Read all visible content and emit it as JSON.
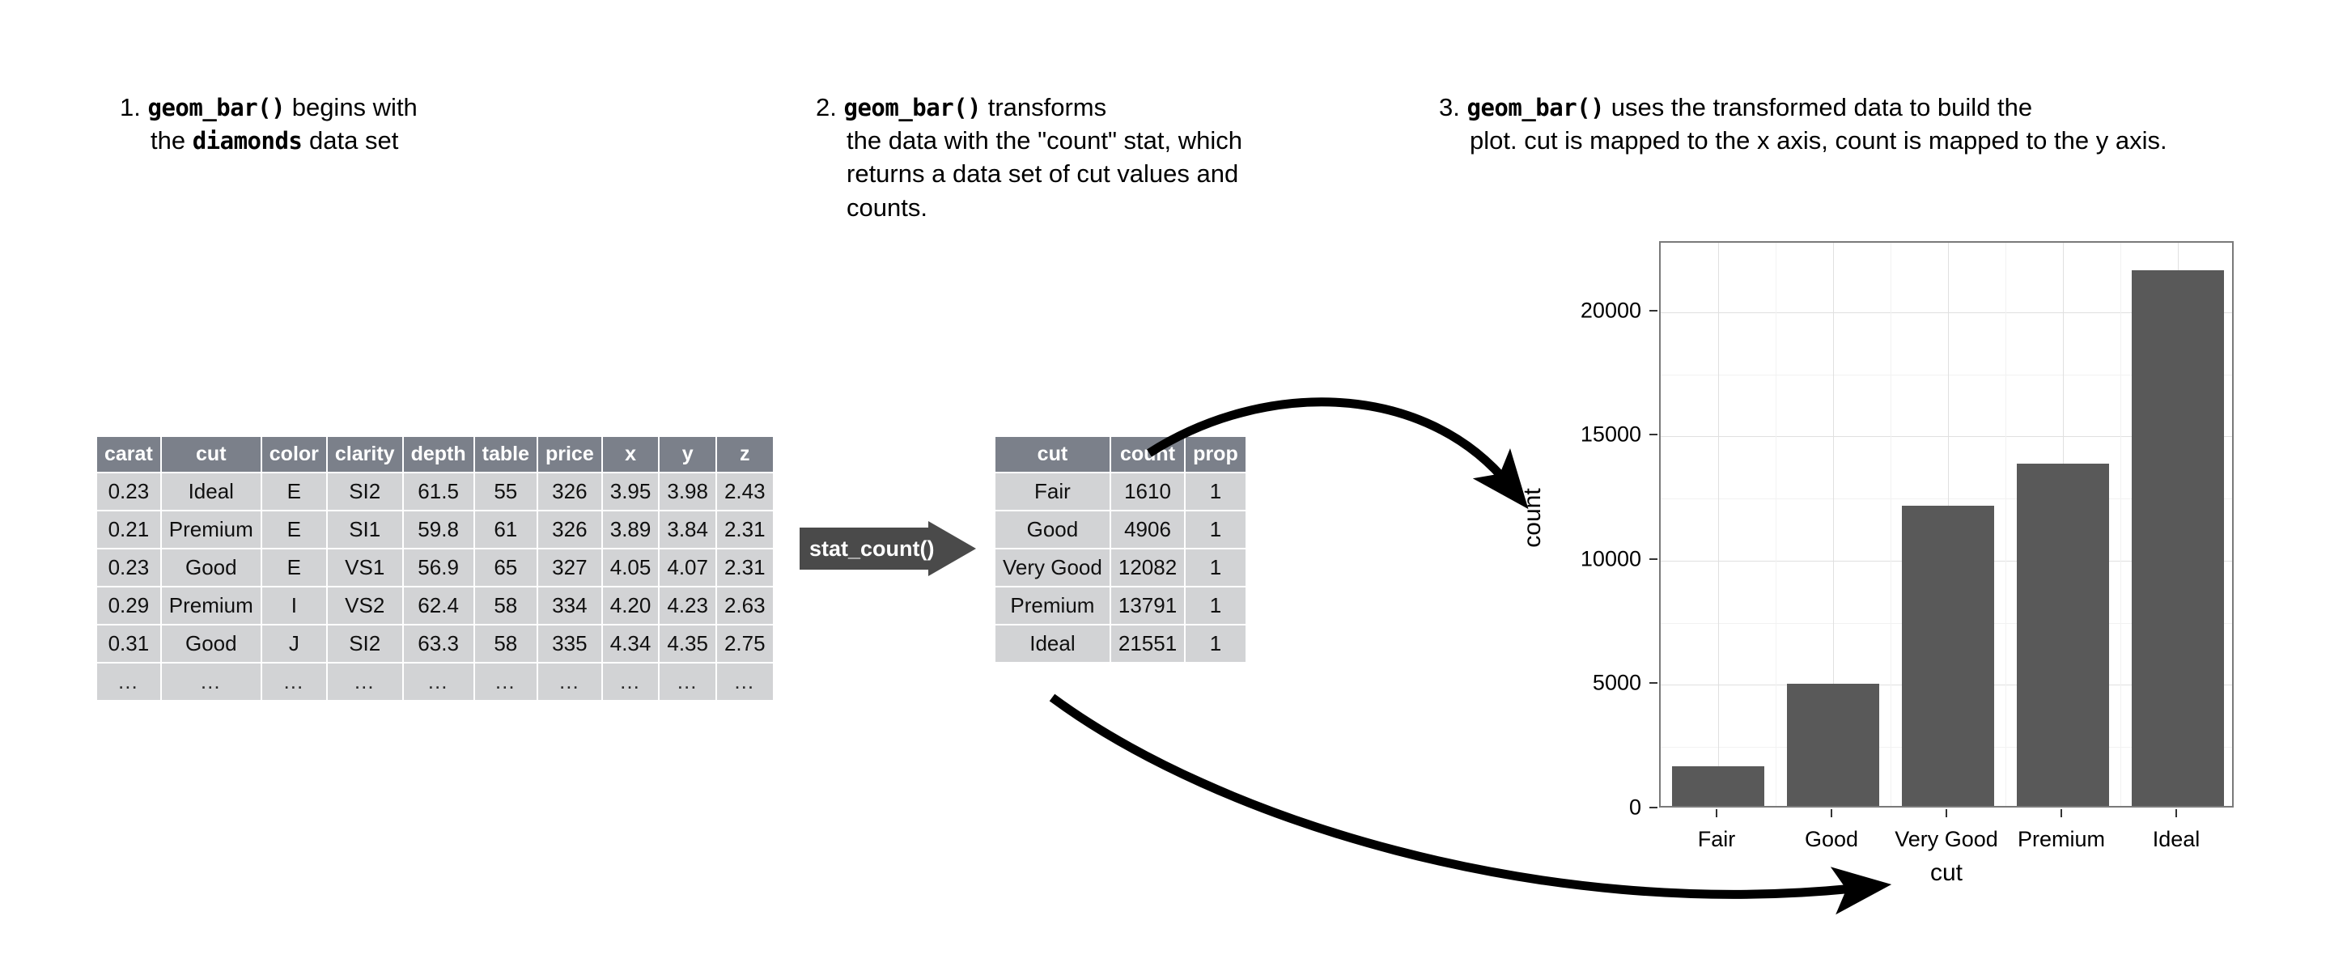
{
  "captions": [
    {
      "number": "1.",
      "code": "geom_bar()",
      "text_after": " begins with",
      "line2_pre": "the ",
      "line2_code": "diamonds",
      "line2_post": " data set"
    },
    {
      "number": "2.",
      "code": "geom_bar()",
      "text_after": " transforms",
      "rest": "the data with the \"count\" stat, which returns a data set of cut values and counts."
    },
    {
      "number": "3.",
      "code": "geom_bar()",
      "text_after": " uses the transformed data to build the",
      "rest": "plot. cut is mapped to the x axis, count is mapped to the y axis."
    }
  ],
  "diamonds_table": {
    "name": "diamonds",
    "columns": [
      "carat",
      "cut",
      "color",
      "clarity",
      "depth",
      "table",
      "price",
      "x",
      "y",
      "z"
    ],
    "rows": [
      [
        "0.23",
        "Ideal",
        "E",
        "SI2",
        "61.5",
        "55",
        "326",
        "3.95",
        "3.98",
        "2.43"
      ],
      [
        "0.21",
        "Premium",
        "E",
        "SI1",
        "59.8",
        "61",
        "326",
        "3.89",
        "3.84",
        "2.31"
      ],
      [
        "0.23",
        "Good",
        "E",
        "VS1",
        "56.9",
        "65",
        "327",
        "4.05",
        "4.07",
        "2.31"
      ],
      [
        "0.29",
        "Premium",
        "I",
        "VS2",
        "62.4",
        "58",
        "334",
        "4.20",
        "4.23",
        "2.63"
      ],
      [
        "0.31",
        "Good",
        "J",
        "SI2",
        "63.3",
        "58",
        "335",
        "4.34",
        "4.35",
        "2.75"
      ],
      [
        "…",
        "…",
        "…",
        "…",
        "…",
        "…",
        "…",
        "…",
        "…",
        "…"
      ]
    ]
  },
  "counts_table": {
    "columns": [
      "cut",
      "count",
      "prop"
    ],
    "rows": [
      [
        "Fair",
        "1610",
        "1"
      ],
      [
        "Good",
        "4906",
        "1"
      ],
      [
        "Very Good",
        "12082",
        "1"
      ],
      [
        "Premium",
        "13791",
        "1"
      ],
      [
        "Ideal",
        "21551",
        "1"
      ]
    ]
  },
  "stat_arrow": {
    "label": "stat_count()",
    "color": "#4a4a4a"
  },
  "chart_data": {
    "type": "bar",
    "categories": [
      "Fair",
      "Good",
      "Very Good",
      "Premium",
      "Ideal"
    ],
    "values": [
      1610,
      4906,
      12082,
      13791,
      21551
    ],
    "title": "",
    "xlabel": "cut",
    "ylabel": "count",
    "ylim": [
      0,
      22800
    ],
    "yticks": [
      0,
      5000,
      10000,
      15000,
      20000
    ],
    "yticklabels": [
      "0",
      "5000",
      "10000",
      "15000",
      "20000"
    ],
    "grid": true,
    "legend": "none",
    "bar_color": "#595959",
    "panel_border_color": "#7a7a7a",
    "gridline_color": "#e0e0e0"
  }
}
